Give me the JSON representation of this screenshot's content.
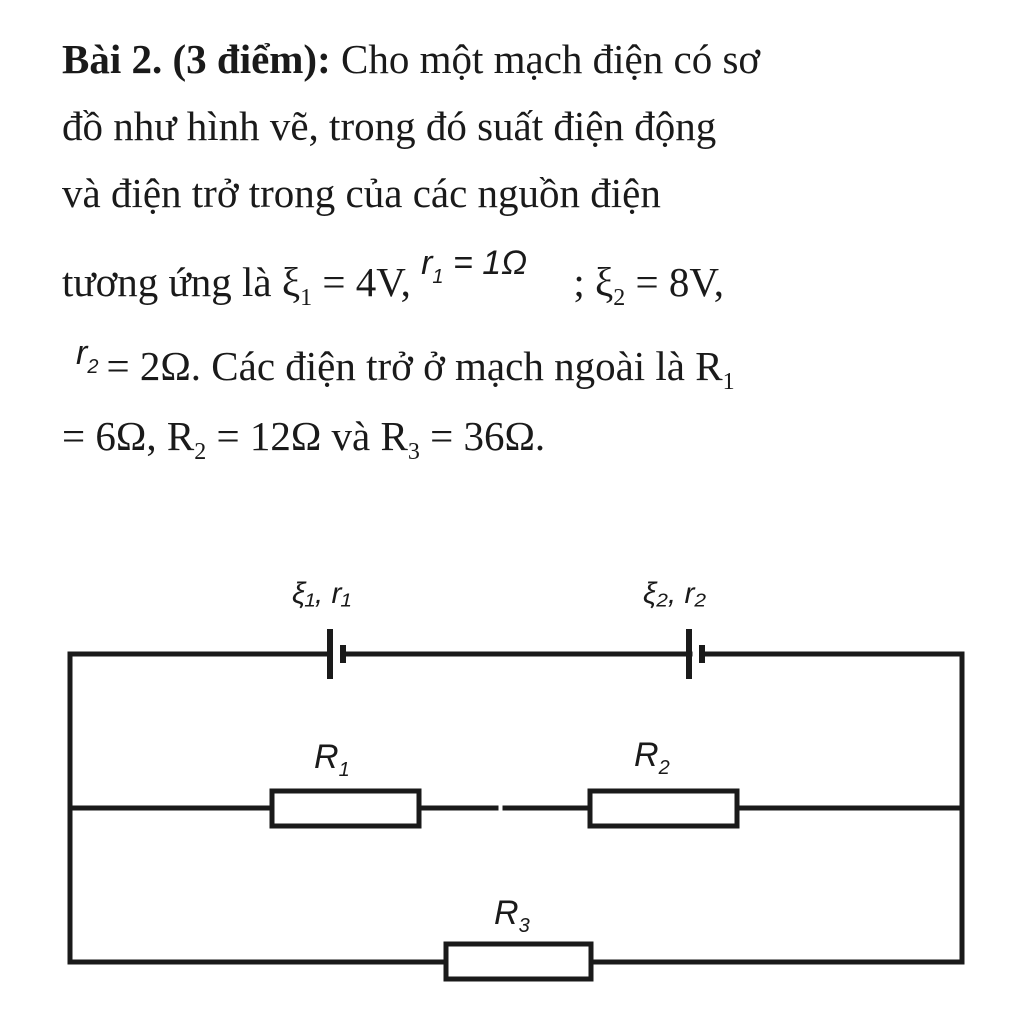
{
  "problem": {
    "title": "Bài 2. (3 điểm):",
    "intro_1": " Cho một mạch điện có sơ",
    "intro_2": "đồ như hình vẽ, trong đó suất điện động",
    "intro_3": "và điện trở trong của các nguồn điện",
    "intro_4": "tương ứng là",
    "xi": "ξ",
    "sub_1": "1",
    "sub_2": "2",
    "sub_3": "3",
    "e1_value": " = 4V, ",
    "r": "r",
    "r1_value": " = 1Ω",
    "sep": "; ",
    "e2_value": " = 8V,",
    "r2_value": "= 2Ω. Các điện trở ở mạch ngoài là R",
    "R1_value": "= 6Ω, R",
    "R2_value": " = 12Ω và R",
    "R3_value": " = 36Ω."
  },
  "circuit": {
    "source1_label": "ξ₁, r₁",
    "source2_label": "ξ₂, r₂",
    "R1_label": "R",
    "R2_label": "R",
    "R3_label": "R",
    "R1_sub": "1",
    "R2_sub": "2",
    "R3_sub": "3"
  }
}
